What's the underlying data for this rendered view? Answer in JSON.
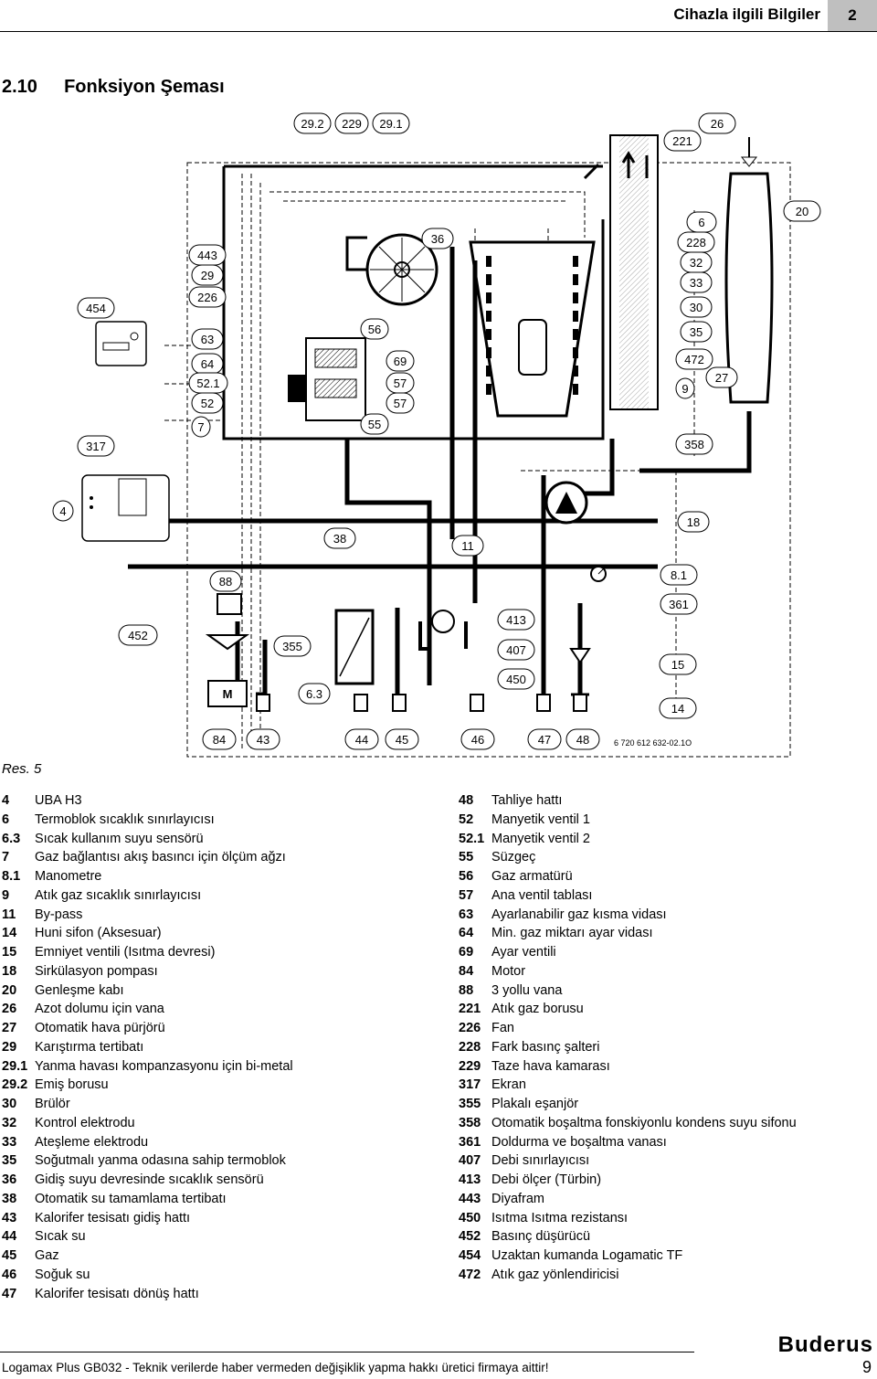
{
  "header": {
    "title": "Cihazla ilgili Bilgiler",
    "chapter": "2"
  },
  "section": {
    "number": "2.10",
    "title": "Fonksiyon Şeması"
  },
  "figure": {
    "caption": "Res. 5",
    "code": "6 720 612 632-02.1O",
    "motor_letter": "M",
    "callouts": {
      "c29_2": "29.2",
      "c229": "229",
      "c29_1": "29.1",
      "c26": "26",
      "c221": "221",
      "c20": "20",
      "c6": "6",
      "c228": "228",
      "c32": "32",
      "c33": "33",
      "c30": "30",
      "c35": "35",
      "c472": "472",
      "c9": "9",
      "c27": "27",
      "c358": "358",
      "c454": "454",
      "c443": "443",
      "c29": "29",
      "c226": "226",
      "c63": "63",
      "c64": "64",
      "c52_1": "52.1",
      "c52": "52",
      "c7": "7",
      "c56": "56",
      "c69": "69",
      "c57a": "57",
      "c57b": "57",
      "c55": "55",
      "c36": "36",
      "c317": "317",
      "c4": "4",
      "c18": "18",
      "c38": "38",
      "c11": "11",
      "c88": "88",
      "c8_1": "8.1",
      "c361": "361",
      "c452": "452",
      "c413": "413",
      "c355": "355",
      "c407": "407",
      "c450": "450",
      "c6_3": "6.3",
      "c15": "15",
      "c14": "14",
      "c84": "84",
      "c43": "43",
      "c44": "44",
      "c45": "45",
      "c46": "46",
      "c47": "47",
      "c48": "48"
    }
  },
  "legend_left": [
    {
      "num": "4",
      "text": "UBA H3"
    },
    {
      "num": "6",
      "text": "Termoblok sıcaklık sınırlayıcısı"
    },
    {
      "num": "6.3",
      "text": "Sıcak kullanım suyu sensörü"
    },
    {
      "num": "7",
      "text": "Gaz bağlantısı akış basıncı için ölçüm ağzı"
    },
    {
      "num": "8.1",
      "text": "Manometre"
    },
    {
      "num": "9",
      "text": "Atık gaz sıcaklık sınırlayıcısı"
    },
    {
      "num": "11",
      "text": "By-pass"
    },
    {
      "num": "14",
      "text": "Huni sifon (Aksesuar)"
    },
    {
      "num": "15",
      "text": "Emniyet ventili (Isıtma devresi)"
    },
    {
      "num": "18",
      "text": "Sirkülasyon pompası"
    },
    {
      "num": "20",
      "text": "Genleşme kabı"
    },
    {
      "num": "26",
      "text": "Azot dolumu için vana"
    },
    {
      "num": "27",
      "text": "Otomatik hava pürjörü"
    },
    {
      "num": "29",
      "text": "Karıştırma tertibatı"
    },
    {
      "num": "29.1",
      "text": "Yanma havası kompanzasyonu için bi-metal"
    },
    {
      "num": "29.2",
      "text": "Emiş borusu"
    },
    {
      "num": "30",
      "text": "Brülör"
    },
    {
      "num": "32",
      "text": "Kontrol elektrodu"
    },
    {
      "num": "33",
      "text": "Ateşleme elektrodu"
    },
    {
      "num": "35",
      "text": "Soğutmalı yanma odasına sahip termoblok"
    },
    {
      "num": "36",
      "text": "Gidiş suyu devresinde sıcaklık sensörü"
    },
    {
      "num": "38",
      "text": "Otomatik su tamamlama tertibatı"
    },
    {
      "num": "43",
      "text": "Kalorifer tesisatı gidiş hattı"
    },
    {
      "num": "44",
      "text": "Sıcak su"
    },
    {
      "num": "45",
      "text": "Gaz"
    },
    {
      "num": "46",
      "text": "Soğuk su"
    },
    {
      "num": "47",
      "text": "Kalorifer tesisatı dönüş hattı"
    }
  ],
  "legend_right": [
    {
      "num": "48",
      "text": "Tahliye hattı"
    },
    {
      "num": "52",
      "text": "Manyetik ventil 1"
    },
    {
      "num": "52.1",
      "text": "Manyetik ventil 2"
    },
    {
      "num": "55",
      "text": "Süzgeç"
    },
    {
      "num": "56",
      "text": "Gaz armatürü"
    },
    {
      "num": "57",
      "text": "Ana ventil tablası"
    },
    {
      "num": "63",
      "text": "Ayarlanabilir gaz kısma vidası"
    },
    {
      "num": "64",
      "text": "Min. gaz miktarı ayar vidası"
    },
    {
      "num": "69",
      "text": "Ayar ventili"
    },
    {
      "num": "84",
      "text": "Motor"
    },
    {
      "num": "88",
      "text": "3 yollu vana"
    },
    {
      "num": "221",
      "text": "Atık gaz borusu"
    },
    {
      "num": "226",
      "text": "Fan"
    },
    {
      "num": "228",
      "text": "Fark basınç şalteri"
    },
    {
      "num": "229",
      "text": "Taze hava kamarası"
    },
    {
      "num": "317",
      "text": "Ekran"
    },
    {
      "num": "355",
      "text": "Plakalı eşanjör"
    },
    {
      "num": "358",
      "text": "Otomatik boşaltma fonskiyonlu kondens suyu sifonu"
    },
    {
      "num": "361",
      "text": "Doldurma ve boşaltma vanası"
    },
    {
      "num": "407",
      "text": "Debi sınırlayıcısı"
    },
    {
      "num": "413",
      "text": "Debi ölçer (Türbin)"
    },
    {
      "num": "443",
      "text": "Diyafram"
    },
    {
      "num": "450",
      "text": "Isıtma Isıtma rezistansı"
    },
    {
      "num": "452",
      "text": "Basınç düşürücü"
    },
    {
      "num": "454",
      "text": "Uzaktan kumanda Logamatic TF"
    },
    {
      "num": "472",
      "text": "Atık gaz yönlendiricisi"
    }
  ],
  "footer": {
    "text": "Logamax Plus GB032 - Teknik verilerde haber vermeden değişiklik yapma hakkı üretici firmaya aittir!",
    "page": "9",
    "brand": "Buderus"
  }
}
